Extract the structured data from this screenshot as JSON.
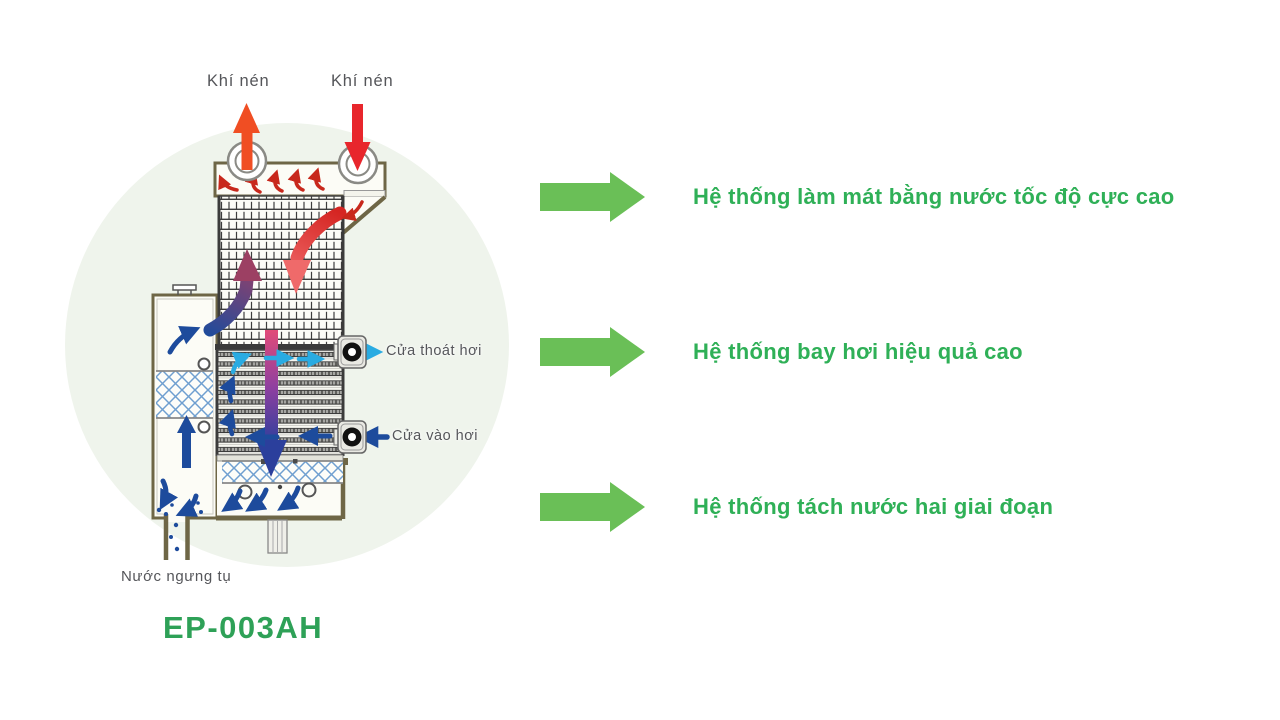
{
  "diagram": {
    "model": "EP-003AH",
    "labels": {
      "compressed_air_out": "Khí nén",
      "compressed_air_in": "Khí nén",
      "vapor_outlet": "Cửa thoát hơi",
      "vapor_inlet": "Cửa vào hơi",
      "condensate_water": "Nước ngưng tụ"
    },
    "colors": {
      "background_circle": "#eff4ec",
      "outline_olive": "#6e6646",
      "hot_red": "#e8262c",
      "hot_orange": "#f04e23",
      "cold_blue": "#1d4b9c",
      "vapor_cyan": "#29abe2",
      "accent_green_text": "#2fb057",
      "accent_green_arrow": "#6abf57",
      "model_green": "#2ea157",
      "label_gray": "#55565a"
    }
  },
  "features": [
    {
      "label": "Hệ thống làm mát bằng nước tốc độ cực cao"
    },
    {
      "label": "Hệ thống bay hơi hiệu quả cao"
    },
    {
      "label": "Hệ thống tách nước hai giai đoạn"
    }
  ]
}
